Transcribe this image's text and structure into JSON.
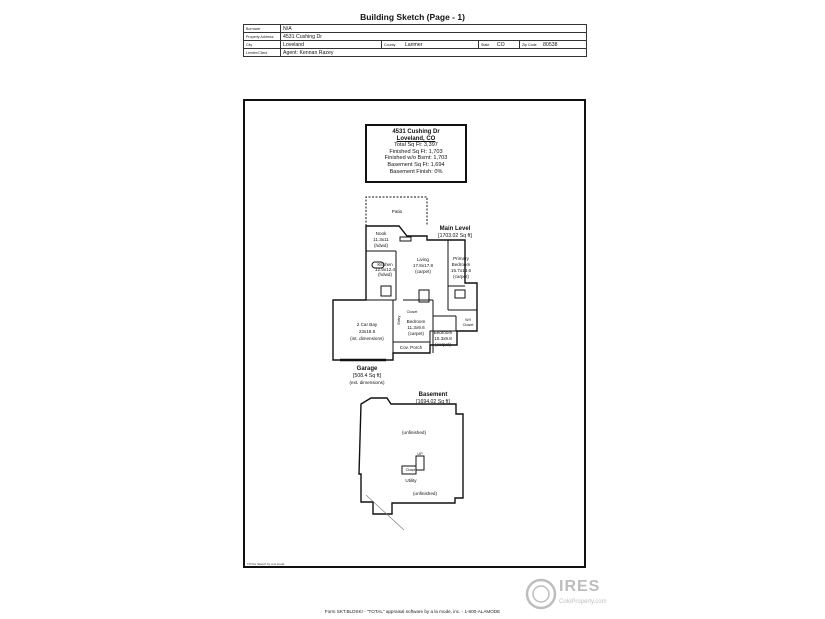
{
  "page_title": "Building Sketch (Page - 1)",
  "header": {
    "borrower_label": "Borrower",
    "borrower": "N/A",
    "address_label": "Property Address",
    "address": "4531 Cushing Dr",
    "city_label": "City",
    "city": "Loveland",
    "county_label": "County",
    "county": "Larimer",
    "state_label": "State",
    "state": "CO",
    "zip_label": "Zip Code",
    "zip": "80538",
    "lender_label": "Lender/Client",
    "lender": "Agent: Kennan Razey"
  },
  "summary": {
    "street": "4531 Cushing Dr",
    "city": "Loveland, CO",
    "total": "Total Sq Ft: 3,397",
    "finished": "Finished Sq Ft: 1,703",
    "finished_wo_bsmt": "Finished w/o Bsmt: 1,703",
    "basement": "Basement Sq Ft: 1,694",
    "basement_finish": "Basement Finish: 0%"
  },
  "plan": {
    "patio": "Patio",
    "main_level": "Main Level",
    "main_level_area": "[1703.02 Sq ft]",
    "nook": "Nook",
    "nook_dim": "11.3x11",
    "nook_floor": "(hdwd)",
    "kitchen": "Kitchen",
    "kitchen_dim": "12.9x12.4",
    "kitchen_floor": "(hdwd)",
    "living": "Living",
    "living_dim": "17.8x17.8",
    "living_floor": "(carpet)",
    "primary": "Primary",
    "primary_2": "Bedroom",
    "primary_dim": "15.7x13.6",
    "primary_floor": "(carpet)",
    "garage_bay": "2 Car Bay",
    "garage_dim": "23x18.6",
    "garage_note": "(int. dimensions)",
    "bed1": "Bedroom",
    "bed1_dim": "11.3x9.6",
    "bed1_floor": "(carpet)",
    "bed2": "Bedroom",
    "bed2_dim": "10.3x9.8",
    "bed2_floor": "(carpet)",
    "closet": "Closet",
    "wi_closet": "W/I",
    "wi_closet_2": "Closet",
    "entry": "Entry",
    "cov_porch": "Cov. Porch",
    "garage": "Garage",
    "garage_area": "[508.4 Sq ft]",
    "garage_ext": "(ext. dimensions)",
    "basement": "Basement",
    "basement_area": "[1694.02 Sq ft]",
    "unfinished_1": "(unfinished)",
    "unfinished_2": "(unfinished)",
    "up": "UP",
    "bsmt_closet": "Closet",
    "utility": "Utility"
  },
  "sheet_note": "TOTAL Sketch by a la mode",
  "footer": "Form SKT.BLDSKI - \"TOTAL\" appraisal software by a la mode, inc. - 1-800-ALAMODE",
  "logo": {
    "brand": "IRES",
    "web": "ColoProperty.com"
  }
}
